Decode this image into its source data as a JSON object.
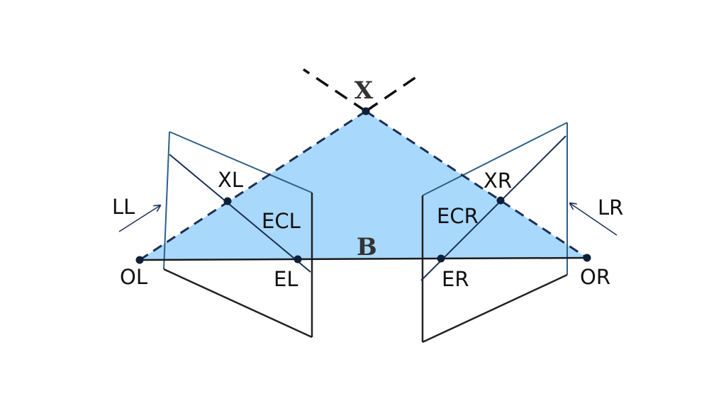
{
  "diagram": {
    "colors": {
      "epipolar_plane_fill": "#a8d8fc",
      "ray": "#1b2f55",
      "image_plane_left_top": "#2e5f86",
      "image_plane_bottom": "#222222",
      "baseline": "#1a1a1a",
      "point": "#0d2038"
    },
    "labels": {
      "X": "X",
      "XL": "XL",
      "XR": "XR",
      "ECL": "ECL",
      "ECR": "ECR",
      "B": "B",
      "OL": "OL",
      "EL": "EL",
      "ER": "ER",
      "OR": "OR",
      "LL": "LL",
      "LR": "LR"
    }
  }
}
